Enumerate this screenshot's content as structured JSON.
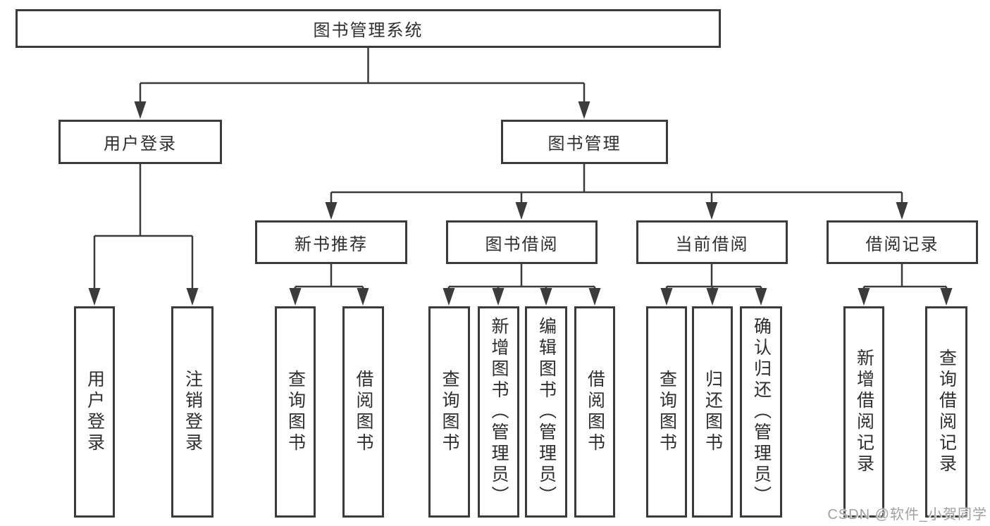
{
  "tree": {
    "root": {
      "label": "图书管理系统"
    },
    "branches": [
      {
        "label": "用户登录",
        "children": [
          {
            "label": "用户登录"
          },
          {
            "label": "注销登录"
          }
        ]
      },
      {
        "label": "图书管理",
        "children": [
          {
            "label": "新书推荐",
            "children": [
              {
                "label": "查询图书"
              },
              {
                "label": "借阅图书"
              }
            ]
          },
          {
            "label": "图书借阅",
            "children": [
              {
                "label": "查询图书"
              },
              {
                "label": "新增图书（管理员）"
              },
              {
                "label": "编辑图书（管理员）"
              },
              {
                "label": "借阅图书"
              }
            ]
          },
          {
            "label": "当前借阅",
            "children": [
              {
                "label": "查询图书"
              },
              {
                "label": "归还图书"
              },
              {
                "label": "确认归还（管理员）"
              }
            ]
          },
          {
            "label": "借阅记录",
            "children": [
              {
                "label": "新增借阅记录"
              },
              {
                "label": "查询借阅记录"
              }
            ]
          }
        ]
      }
    ]
  },
  "watermark": {
    "text": "CSDN @软件_小贺同学"
  },
  "colors": {
    "background": "#ffffff",
    "box_border": "#3b3b3b",
    "connector_line": "#3b3b3b",
    "text": "#2e2e2e",
    "watermark_text": "#a0a0a0"
  }
}
